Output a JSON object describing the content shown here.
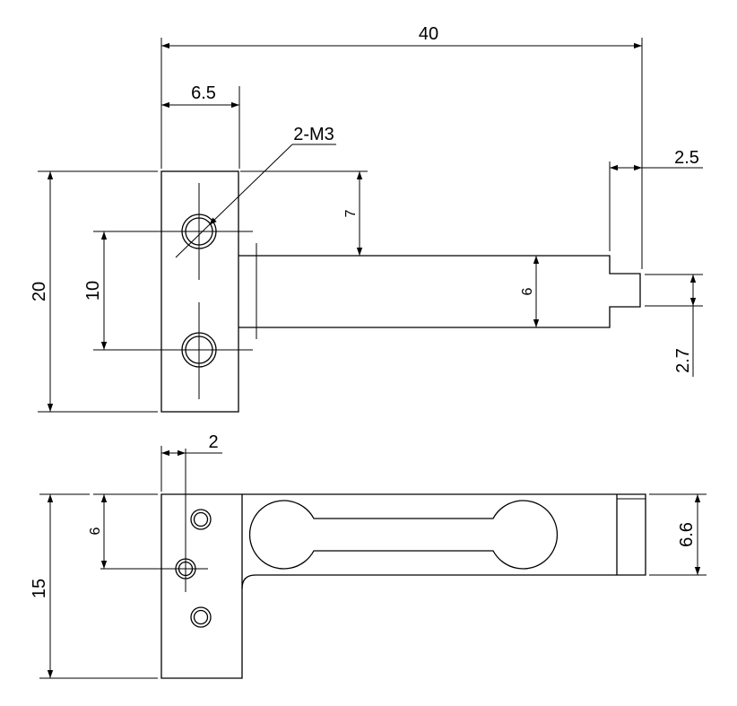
{
  "dimensions": {
    "overall_length": "40",
    "block_width": "6.5",
    "hole_callout": "2-M3",
    "tip_length": "2.5",
    "top_height": "20",
    "hole_spacing": "10",
    "arm_offset": "7",
    "arm_width": "6",
    "tip_width": "2.7",
    "side_hole_offset": "2",
    "side_hole_height": "6",
    "side_height": "15",
    "end_height": "6.6"
  }
}
